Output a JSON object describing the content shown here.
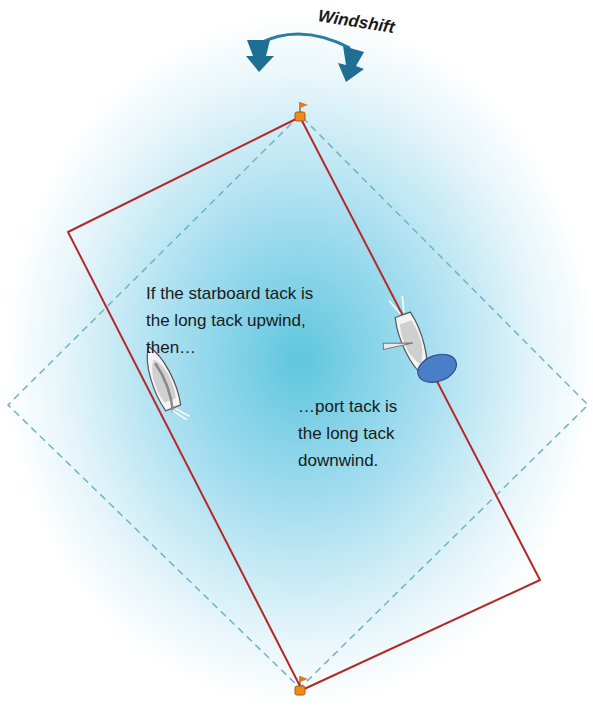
{
  "diagram": {
    "labels": [
      "Windshift",
      "If the starboard tack is the long tack upwind, then…",
      "…port tack is the long tack downwind."
    ]
  }
}
